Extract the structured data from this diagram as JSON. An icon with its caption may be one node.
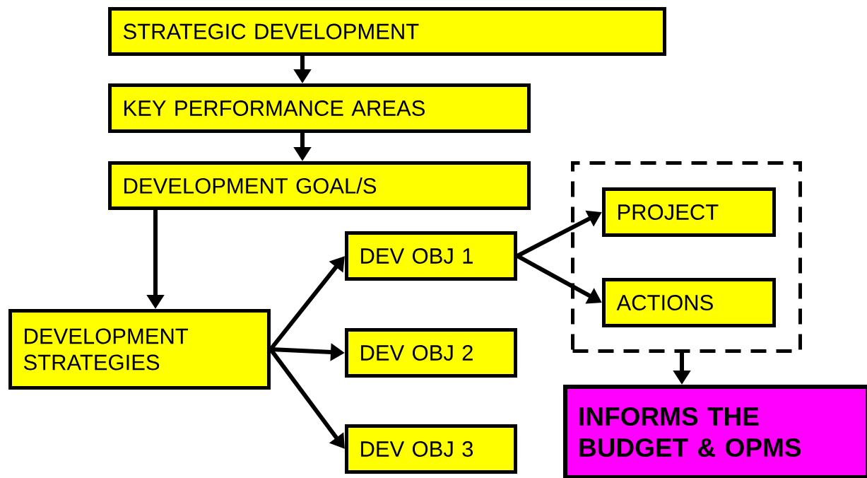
{
  "diagram": {
    "nodes": [
      {
        "text": [
          "STRATEGIC DEVELOPMENT"
        ]
      },
      {
        "text": [
          "KEY PERFORMANCE AREAS"
        ]
      },
      {
        "text": [
          "DEVELOPMENT GOAL/S"
        ]
      },
      {
        "text": [
          "DEVELOPMENT STRATEGIES"
        ]
      },
      {
        "text": [
          "DEV OBJ 1"
        ]
      },
      {
        "text": [
          "DEV OBJ 2"
        ]
      },
      {
        "text": [
          "DEV OBJ 3"
        ]
      },
      {
        "text": [],
        "shape": "box"
      },
      {
        "text": [
          "PROJECT"
        ],
        "in": 7
      },
      {
        "text": [
          "ACTIONS"
        ],
        "in": 7
      },
      {
        "text": [
          "INFORMS THE BUDGET & OPMS"
        ]
      }
    ],
    "edges": [
      {
        "from": 0,
        "to": 1,
        "arrow": "to"
      },
      {
        "from": 1,
        "to": 2,
        "arrow": "to"
      },
      {
        "from": 2,
        "to": 3,
        "arrow": "to"
      },
      {
        "from": 3,
        "to": 4,
        "arrow": "to"
      },
      {
        "from": 3,
        "to": 5,
        "arrow": "to"
      },
      {
        "from": 3,
        "to": 6,
        "arrow": "to"
      },
      {
        "from": 4,
        "to": 8,
        "arrow": "to"
      },
      {
        "from": 4,
        "to": 9,
        "arrow": "to"
      },
      {
        "from": 7,
        "to": 10,
        "arrow": "to"
      }
    ]
  }
}
